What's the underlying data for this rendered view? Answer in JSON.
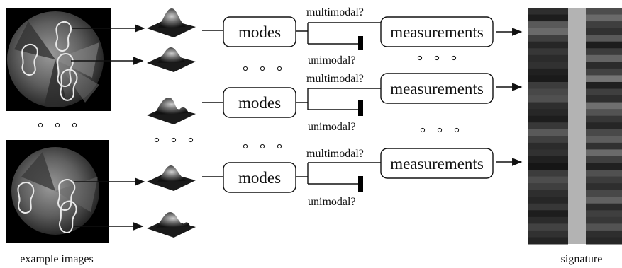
{
  "labels": {
    "example_images": "example images",
    "signature": "signature",
    "modes": "modes",
    "measurements": "measurements",
    "multimodal": "multimodal?",
    "unimodal": "unimodal?"
  },
  "stages": [
    {
      "modes": "modes",
      "measurements": "measurements",
      "multimodal": "multimodal?",
      "unimodal": "unimodal?"
    },
    {
      "modes": "modes",
      "measurements": "measurements",
      "multimodal": "multimodal?",
      "unimodal": "unimodal?"
    },
    {
      "modes": "modes",
      "measurements": "measurements",
      "multimodal": "multimodal?",
      "unimodal": "unimodal?"
    }
  ],
  "colors": {
    "background": "#ffffff",
    "stroke": "#111111",
    "signature_separator": "#b3b3b3"
  },
  "icons": [
    "example-image-icon",
    "density-surface-icon",
    "ellipsis-dots-icon",
    "arrow-icon"
  ],
  "signature": {
    "columns": [
      [
        0.2,
        0.1,
        0.45,
        0.55,
        0.3,
        0.15,
        0.25,
        0.18,
        0.22,
        0.12,
        0.08,
        0.28,
        0.35,
        0.4,
        0.2,
        0.16,
        0.1,
        0.26,
        0.45,
        0.3,
        0.18,
        0.22,
        0.12,
        0.05,
        0.28,
        0.38,
        0.3,
        0.2,
        0.15,
        0.25,
        0.1,
        0.18,
        0.32,
        0.22,
        0.14
      ],
      [
        0.38,
        0.55,
        0.3,
        0.22,
        0.45,
        0.1,
        0.28,
        0.52,
        0.18,
        0.32,
        0.62,
        0.12,
        0.3,
        0.2,
        0.58,
        0.42,
        0.25,
        0.15,
        0.36,
        0.48,
        0.22,
        0.55,
        0.3,
        0.12,
        0.4,
        0.28,
        0.2,
        0.35,
        0.5,
        0.18,
        0.3,
        0.25,
        0.42,
        0.2,
        0.16
      ]
    ]
  }
}
